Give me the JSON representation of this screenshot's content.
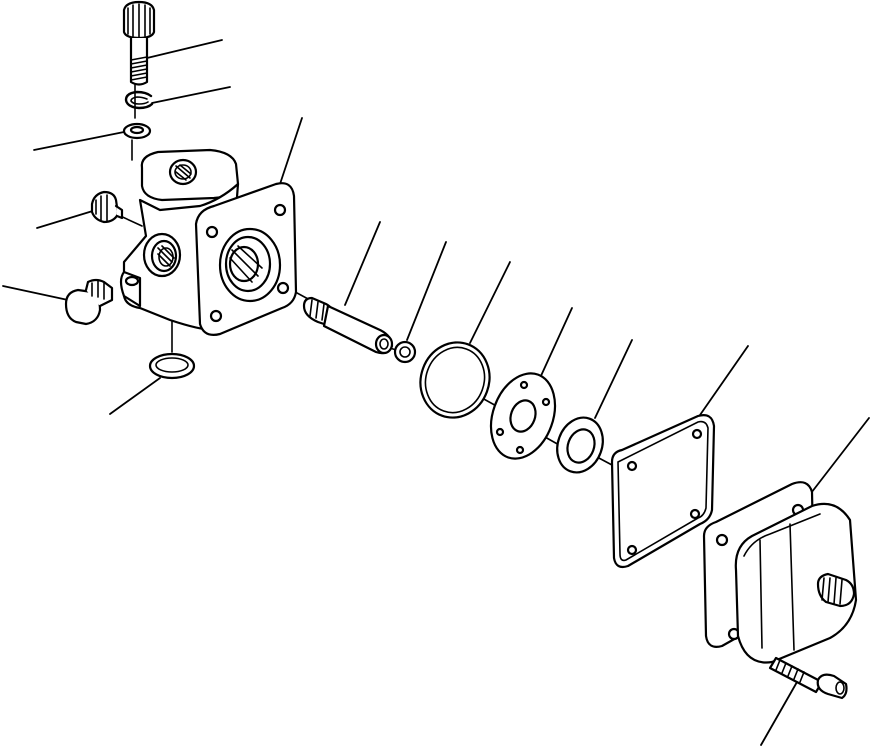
{
  "diagram": {
    "type": "exploded-parts-view",
    "background_color": "#ffffff",
    "line_color": "#000000",
    "parts": [
      {
        "id": "socket-head-screw-top",
        "icon": "socket-head-screw"
      },
      {
        "id": "snap-ring",
        "icon": "open-ring"
      },
      {
        "id": "washer-top",
        "icon": "washer"
      },
      {
        "id": "small-plug",
        "icon": "hex-plug"
      },
      {
        "id": "large-plug",
        "icon": "hex-plug"
      },
      {
        "id": "valve-body",
        "icon": "housing"
      },
      {
        "id": "o-ring-bottom",
        "icon": "o-ring"
      },
      {
        "id": "spool-pin",
        "icon": "pin"
      },
      {
        "id": "small-o-ring",
        "icon": "o-ring"
      },
      {
        "id": "large-o-ring",
        "icon": "o-ring"
      },
      {
        "id": "plate",
        "icon": "flange-plate"
      },
      {
        "id": "seal-ring",
        "icon": "seal"
      },
      {
        "id": "gasket",
        "icon": "gasket"
      },
      {
        "id": "actuator-cover",
        "icon": "actuator"
      },
      {
        "id": "mounting-bolt",
        "icon": "socket-head-screw"
      }
    ]
  }
}
